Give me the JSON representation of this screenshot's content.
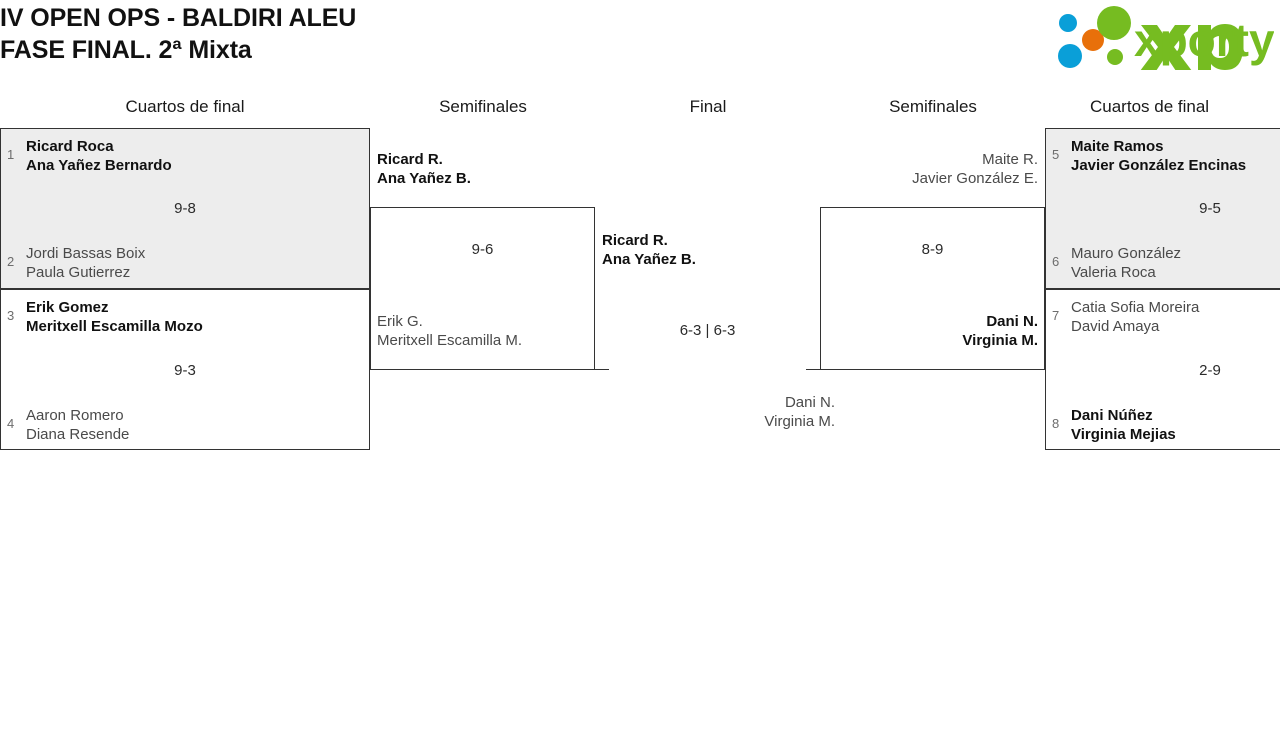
{
  "header": {
    "title_line1": "IV OPEN OPS - BALDIRI ALEU",
    "title_line2": "FASE FINAL. 2ª Mixta",
    "logo_text": "xporty",
    "logo_colors": {
      "green": "#76bc21",
      "orange": "#e8700a",
      "blue": "#0a9fd8"
    }
  },
  "rounds": [
    {
      "key": "qf_left",
      "label": "Cuartos de final"
    },
    {
      "key": "sf_left",
      "label": "Semifinales"
    },
    {
      "key": "final",
      "label": "Final"
    },
    {
      "key": "sf_right",
      "label": "Semifinales"
    },
    {
      "key": "qf_right",
      "label": "Cuartos de final"
    }
  ],
  "matches": {
    "qf1": {
      "score": "9-8",
      "top": {
        "seed": "1",
        "p1": "Ricard Roca",
        "p2": "Ana Yañez Bernardo",
        "winner": true
      },
      "bottom": {
        "seed": "2",
        "p1": "Jordi Bassas Boix",
        "p2": "Paula Gutierrez",
        "winner": false
      }
    },
    "qf2": {
      "score": "9-3",
      "top": {
        "seed": "3",
        "p1": "Erik Gomez",
        "p2": "Meritxell Escamilla Mozo",
        "winner": true
      },
      "bottom": {
        "seed": "4",
        "p1": "Aaron Romero",
        "p2": "Diana Resende",
        "winner": false
      }
    },
    "qf3": {
      "score": "9-5",
      "top": {
        "seed": "5",
        "p1": "Maite Ramos",
        "p2": "Javier González Encinas",
        "winner": true
      },
      "bottom": {
        "seed": "6",
        "p1": "Mauro González",
        "p2": "Valeria Roca",
        "winner": false
      }
    },
    "qf4": {
      "score": "2-9",
      "top": {
        "seed": "7",
        "p1": "Catia Sofia Moreira",
        "p2": "David Amaya",
        "winner": false
      },
      "bottom": {
        "seed": "8",
        "p1": "Dani Núñez",
        "p2": "Virginia Mejias",
        "winner": true
      }
    },
    "sf_left": {
      "score": "9-6",
      "top": {
        "p1": "Ricard R.",
        "p2": "Ana Yañez B.",
        "winner": true
      },
      "bottom": {
        "p1": "Erik G.",
        "p2": "Meritxell Escamilla M.",
        "winner": false
      }
    },
    "sf_right": {
      "score": "8-9",
      "top": {
        "p1": "Maite R.",
        "p2": "Javier González E.",
        "winner": false
      },
      "bottom": {
        "p1": "Dani N.",
        "p2": "Virginia M.",
        "winner": true
      }
    },
    "final": {
      "score": "6-3 | 6-3",
      "top": {
        "p1": "Ricard R.",
        "p2": "Ana Yañez B.",
        "winner": true
      },
      "bottom": {
        "p1": "Dani N.",
        "p2": "Virginia M.",
        "winner": false
      }
    }
  }
}
